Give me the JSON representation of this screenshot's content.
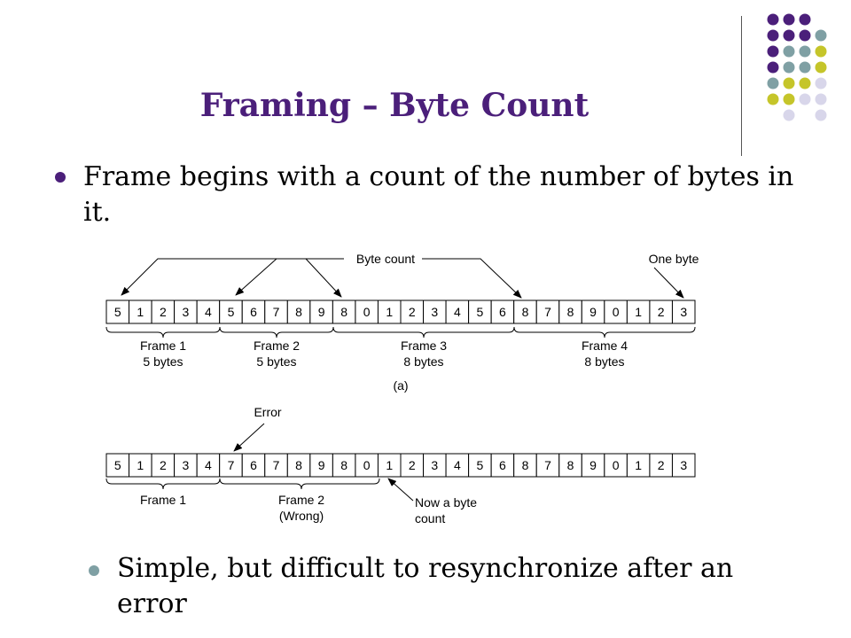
{
  "slide": {
    "title": "Framing – Byte Count",
    "bullets": [
      "Frame begins with a count of the number of bytes in it.",
      "Simple, but difficult to resynchronize after an error"
    ]
  },
  "decoration": {
    "dot_colors": {
      "purple": "#4b1f7a",
      "teal": "#7fa0a4",
      "yellow": "#c5c52a",
      "lavender": "#d8d6ea"
    }
  },
  "diagram": {
    "part_a": {
      "cells": [
        "5",
        "1",
        "2",
        "3",
        "4",
        "5",
        "6",
        "7",
        "8",
        "9",
        "8",
        "0",
        "1",
        "2",
        "3",
        "4",
        "5",
        "6",
        "8",
        "7",
        "8",
        "9",
        "0",
        "1",
        "2",
        "3"
      ],
      "byte_count_label": "Byte count",
      "one_byte_label": "One byte",
      "frames": [
        {
          "line1": "Frame 1",
          "line2": "5 bytes"
        },
        {
          "line1": "Frame 2",
          "line2": "5 bytes"
        },
        {
          "line1": "Frame 3",
          "line2": "8 bytes"
        },
        {
          "line1": "Frame 4",
          "line2": "8 bytes"
        }
      ],
      "caption": "(a)"
    },
    "part_b": {
      "cells": [
        "5",
        "1",
        "2",
        "3",
        "4",
        "7",
        "6",
        "7",
        "8",
        "9",
        "8",
        "0",
        "1",
        "2",
        "3",
        "4",
        "5",
        "6",
        "8",
        "7",
        "8",
        "9",
        "0",
        "1",
        "2",
        "3"
      ],
      "error_label": "Error",
      "frames": [
        {
          "line1": "Frame 1",
          "line2": ""
        },
        {
          "line1": "Frame 2",
          "line2": "(Wrong)"
        }
      ],
      "now_count_line1": "Now a byte",
      "now_count_line2": "count"
    }
  }
}
